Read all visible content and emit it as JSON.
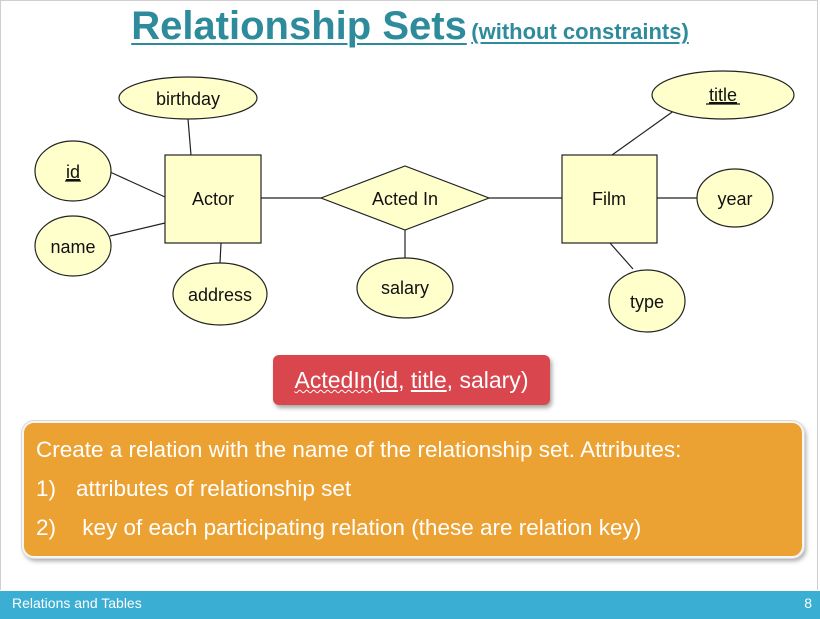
{
  "title": {
    "main": "Relationship Sets",
    "sub": "(without constraints)"
  },
  "diagram": {
    "entities": {
      "actor": "Actor",
      "film": "Film"
    },
    "relationship": "Acted In",
    "attributes": {
      "birthday": "birthday",
      "id": "id",
      "name": "name",
      "address": "address",
      "salary": "salary",
      "title": "title",
      "year": "year",
      "type": "type"
    }
  },
  "formula": {
    "name": "ActedIn",
    "open": "(",
    "key1": "id",
    "sep1": ", ",
    "key2": "title",
    "sep2": ", ",
    "attr": "salary",
    "close": ")"
  },
  "rules": {
    "intro": "Create a relation with the name of the relationship set. Attributes:",
    "items": [
      {
        "num": "1)",
        "text": "attributes of relationship set"
      },
      {
        "num": "2)",
        "text": " key of each participating relation (these are relation key)"
      }
    ]
  },
  "footer": {
    "label": "Relations and Tables",
    "page": "8"
  },
  "colors": {
    "title": "#2e8b9c",
    "shape_fill": "#ffffcc",
    "formula_bg": "#d9464d",
    "rules_bg": "#eba232",
    "footer_bg": "#3aaed3"
  }
}
